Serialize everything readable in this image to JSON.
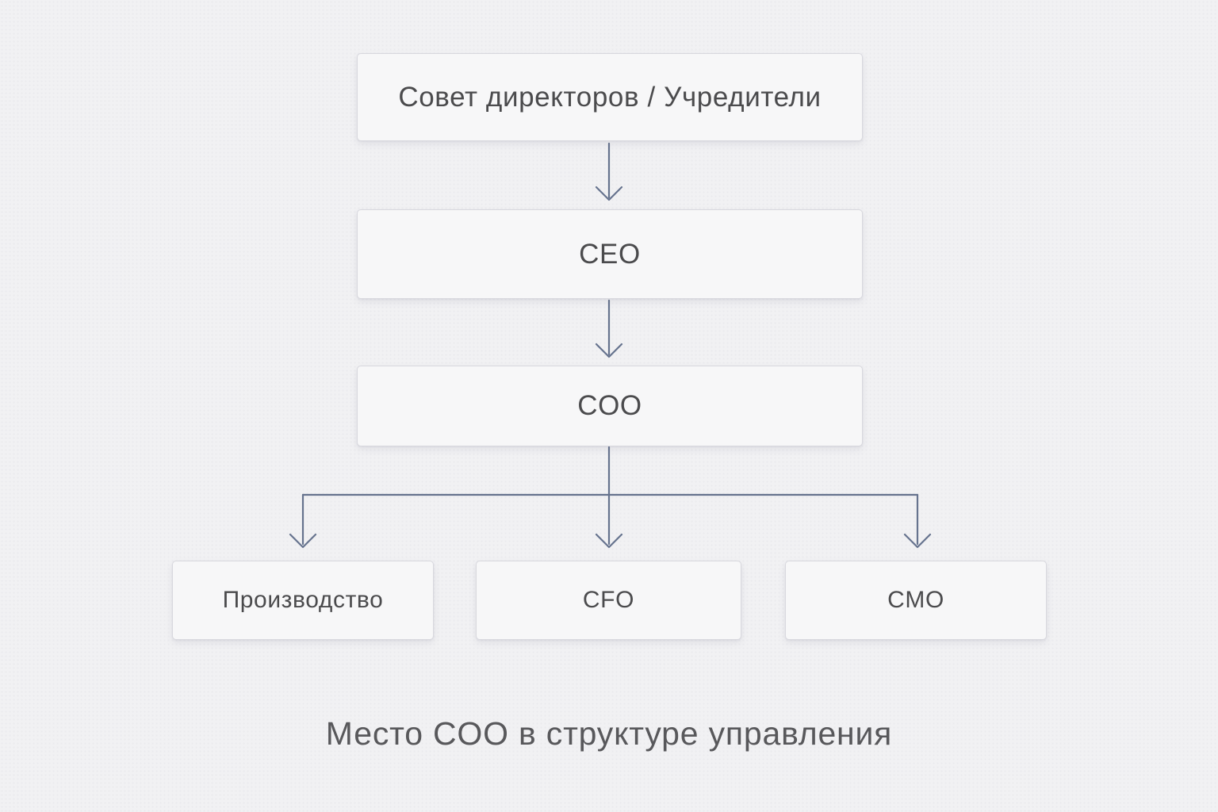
{
  "caption": "Место COO в структуре управления",
  "diagram": {
    "type": "org-chart",
    "nodes": [
      {
        "id": "board",
        "label": "Совет директоров / Учредители"
      },
      {
        "id": "ceo",
        "label": "CEO"
      },
      {
        "id": "coo",
        "label": "COO"
      },
      {
        "id": "production",
        "label": "Производство"
      },
      {
        "id": "cfo",
        "label": "CFO"
      },
      {
        "id": "cmo",
        "label": "CMO"
      }
    ],
    "edges": [
      {
        "from": "board",
        "to": "ceo"
      },
      {
        "from": "ceo",
        "to": "coo"
      },
      {
        "from": "coo",
        "to": "production"
      },
      {
        "from": "coo",
        "to": "cfo"
      },
      {
        "from": "coo",
        "to": "cmo"
      }
    ],
    "colors": {
      "background": "#f1f1f3",
      "node_fill": "#f7f7f8",
      "node_border": "#d8d8de",
      "node_text": "#4b4b4d",
      "connector": "#66738e",
      "caption_text": "#58585b"
    }
  }
}
